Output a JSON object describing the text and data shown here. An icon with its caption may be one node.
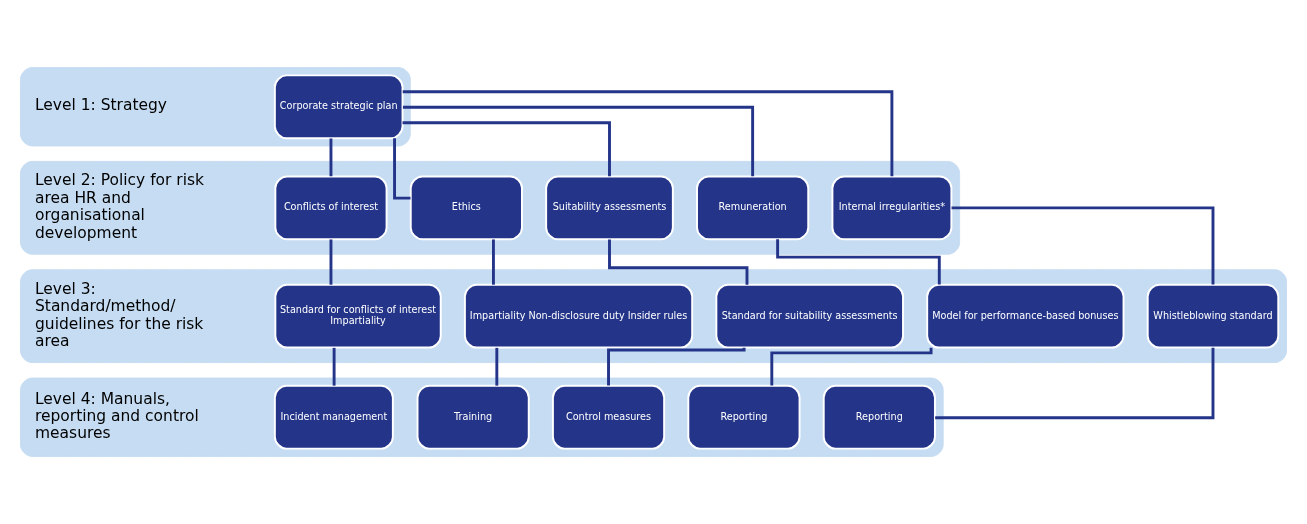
{
  "diagram": {
    "nodes": [
      {
        "text": [
          "Level 1: Strategy"
        ]
      },
      {
        "text": [
          "Corporate strategic plan"
        ],
        "in": 0
      },
      {
        "text": [
          "Level 2: Policy for risk area HR and organisational development"
        ]
      },
      {
        "text": [
          "Conflicts of interest"
        ],
        "in": 2
      },
      {
        "text": [
          "Ethics"
        ],
        "in": 2
      },
      {
        "text": [
          "Suitability assessments"
        ],
        "in": 2
      },
      {
        "text": [
          "Remuneration"
        ],
        "in": 2
      },
      {
        "text": [
          "Internal irregularities*"
        ],
        "in": 2
      },
      {
        "text": [
          "Level 3: Standard/method/ guidelines for the risk area"
        ]
      },
      {
        "text": [
          "Standard for conflicts of interest",
          "Impartiality"
        ],
        "in": 8
      },
      {
        "text": [
          "Impartiality Non-disclosure duty Insider rules"
        ],
        "in": 8
      },
      {
        "text": [
          "Standard for suitability assessments"
        ],
        "in": 8
      },
      {
        "text": [
          "Model for performance-based bonuses"
        ],
        "in": 8
      },
      {
        "text": [
          "Whistleblowing standard"
        ],
        "in": 8
      },
      {
        "text": [
          "Level 4: Manuals, reporting and control measures"
        ]
      },
      {
        "text": [
          "Incident management"
        ],
        "in": 14
      },
      {
        "text": [
          "Training"
        ],
        "in": 14
      },
      {
        "text": [
          "Control measures"
        ],
        "in": 14
      },
      {
        "text": [
          "Reporting"
        ],
        "in": 14
      },
      {
        "text": [
          "Reporting"
        ],
        "in": 14
      }
    ],
    "edges": [
      {
        "from": 1,
        "to": 3,
        "arrow": "none"
      },
      {
        "from": 1,
        "to": 4,
        "arrow": "none"
      },
      {
        "from": 1,
        "to": 5,
        "arrow": "none"
      },
      {
        "from": 1,
        "to": 6,
        "arrow": "none"
      },
      {
        "from": 1,
        "to": 7,
        "arrow": "none"
      },
      {
        "from": 3,
        "to": 9,
        "arrow": "none"
      },
      {
        "from": 4,
        "to": 10,
        "arrow": "none"
      },
      {
        "from": 5,
        "to": 11,
        "arrow": "none"
      },
      {
        "from": 6,
        "to": 12,
        "arrow": "none"
      },
      {
        "from": 7,
        "to": 13,
        "arrow": "none"
      },
      {
        "from": 9,
        "to": 15,
        "arrow": "none"
      },
      {
        "from": 10,
        "to": 16,
        "arrow": "none"
      },
      {
        "from": 11,
        "to": 17,
        "arrow": "none"
      },
      {
        "from": 12,
        "to": 18,
        "arrow": "none"
      },
      {
        "from": 13,
        "to": 19,
        "arrow": "none"
      }
    ]
  }
}
